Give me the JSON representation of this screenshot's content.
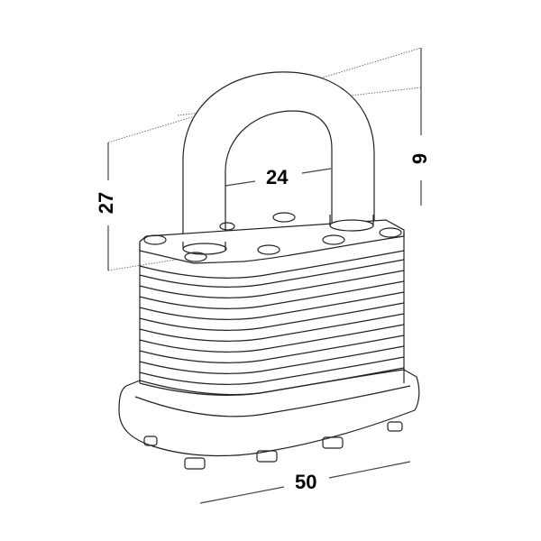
{
  "diagram": {
    "subject": "padlock",
    "dimensions": {
      "height": "27",
      "shackle_width": "24",
      "shackle_clearance": "9",
      "body_width": "50"
    },
    "colors": {
      "stroke": "#222222",
      "dim": "#555555",
      "background": "#ffffff"
    }
  }
}
